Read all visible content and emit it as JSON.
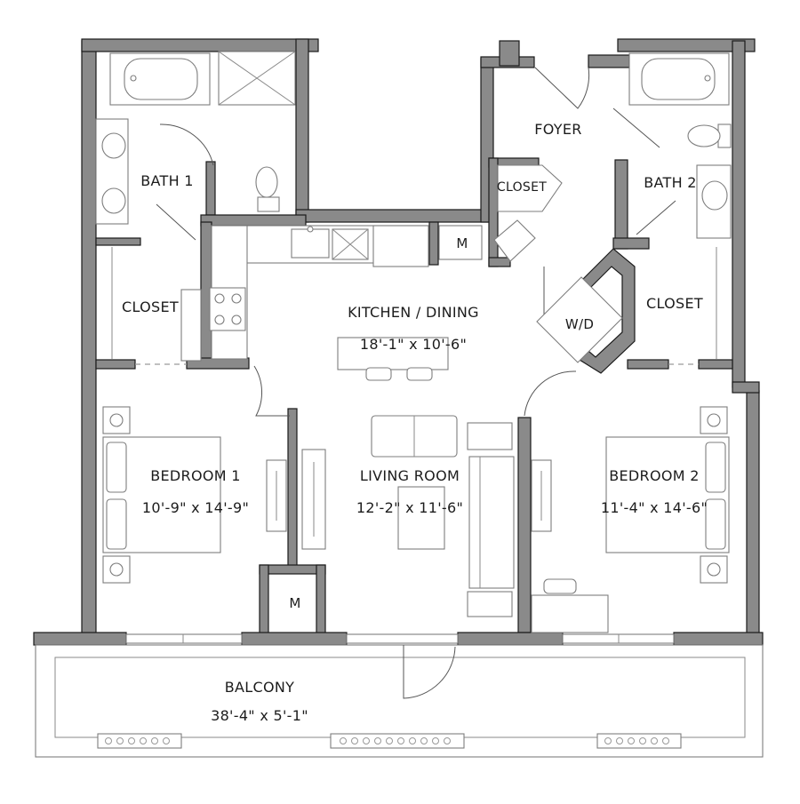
{
  "rooms": {
    "bath1": {
      "name": "BATH 1"
    },
    "bath2": {
      "name": "BATH 2"
    },
    "foyer": {
      "name": "FOYER"
    },
    "foyer_closet": {
      "name": "CLOSET"
    },
    "closet_left": {
      "name": "CLOSET"
    },
    "closet_right": {
      "name": "CLOSET"
    },
    "kitchen": {
      "name": "KITCHEN / DINING",
      "size": "18'-1\" x 10'-6\""
    },
    "bedroom1": {
      "name": "BEDROOM 1",
      "size": "10'-9\" x 14'-9\""
    },
    "living": {
      "name": "LIVING ROOM",
      "size": "12'-2\" x 11'-6\""
    },
    "bedroom2": {
      "name": "BEDROOM 2",
      "size": "11'-4\" x 14'-6\""
    },
    "balcony": {
      "name": "BALCONY",
      "size": "38'-4\" x 5'-1\""
    }
  },
  "fixtures": {
    "washer_dryer": "W/D",
    "mech_kitchen": "M",
    "mech_living": "M"
  },
  "colors": {
    "wall": "#8a8a8a",
    "line": "#7d7d7d",
    "text": "#1c1c1c"
  }
}
